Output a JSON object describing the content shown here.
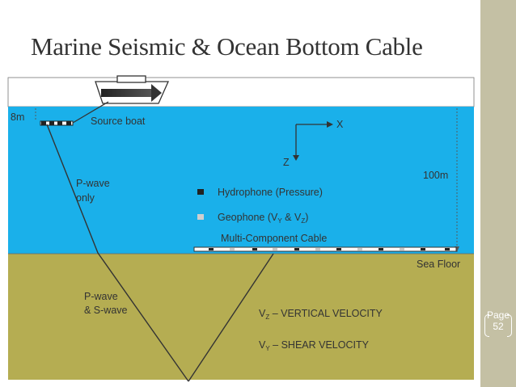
{
  "slide": {
    "title": "Marine Seismic & Ocean Bottom Cable",
    "page_label": "Page",
    "page_number": "52"
  },
  "diagram": {
    "depth_top_label": "8m",
    "source_boat_label": "Source boat",
    "axis_x_label": "X",
    "axis_z_label": "Z",
    "water_depth_label": "100m",
    "pwave_only_line1": "P-wave",
    "pwave_only_line2": "only",
    "legend_hydrophone": "Hydrophone (Pressure)",
    "legend_geophone_prefix": "Geophone (V",
    "legend_geophone_sub1": "Y",
    "legend_geophone_mid": " & V",
    "legend_geophone_sub2": "Z",
    "legend_geophone_suffix": ")",
    "cable_label": "Multi-Component Cable",
    "sea_floor_label": "Sea Floor",
    "pswave_line1": "P-wave",
    "pswave_line2": "& S-wave",
    "vz_sub": "Z",
    "vz_text": " – VERTICAL VELOCITY",
    "vy_sub": "Y",
    "vy_text": " – SHEAR VELOCITY",
    "colors": {
      "air": "#ffffff",
      "water": "#1ab0ea",
      "seabed": "#b5ad52",
      "hydrophone": "#222222",
      "geophone": "#cfcfcf",
      "side_strip": "#c4c0a4"
    }
  }
}
